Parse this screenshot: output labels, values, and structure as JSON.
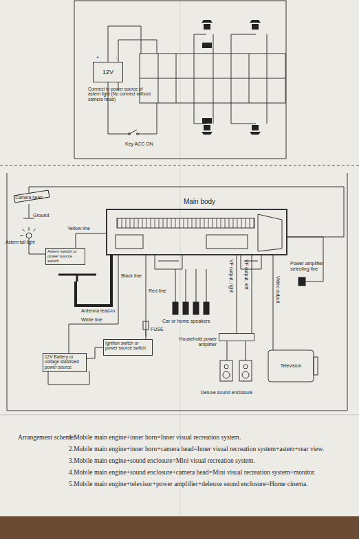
{
  "diagram": {
    "nodes": [
      {
        "text": [
          "12V"
        ]
      },
      {
        "text": [
          "Camera head"
        ]
      },
      {
        "text": [
          "Main body"
        ]
      },
      {
        "text": [
          "Astern switch or power source switch"
        ]
      },
      {
        "text": [
          "Household power amplifier"
        ]
      },
      {
        "text": [
          "Ignition switch or power source switch"
        ]
      },
      {
        "text": [
          "Television"
        ]
      },
      {
        "text": [
          "12V Battery or voltage stabilized power source"
        ]
      }
    ],
    "edges": [
      {
        "from": 1,
        "to": 2,
        "arrow": "none"
      },
      {
        "from": 3,
        "to": 2,
        "arrow": "none"
      },
      {
        "from": 7,
        "to": 5,
        "arrow": "none"
      },
      {
        "from": 5,
        "to": 2,
        "arrow": "none"
      },
      {
        "from": 7,
        "to": 2,
        "arrow": "none"
      },
      {
        "from": 4,
        "to": 2,
        "arrow": "none"
      },
      {
        "from": 6,
        "to": 2,
        "arrow": "none"
      }
    ],
    "labels": [
      "+",
      "-",
      "Connect to power source of astern light (No connect without camera head)",
      "Key ACC ON",
      "Ground",
      "Yellow line",
      "Astern tail light",
      "Antenna lead-in",
      "Black line",
      "Red line",
      "White line",
      "FUSE",
      "Car or home speakers",
      "VF output, right",
      "VF output, left",
      "Video output",
      "Power amplifier selecting line",
      "Deluxe sound enclosure",
      "Arrangement scheme:",
      "1.Mobile main engine+inner born=Inner visual recreation system.",
      "2.Mobile main engine+inner born+camera head=Inner visual recreation system+astem+rear view.",
      "3.Mobile main engine+sound enclosure=Mini visual recreation system.",
      "4.Mobile main engine+sound enclosure+camera head=Mini visual recreation system+monitor.",
      "5.Mobile main engine+televisor+power amplifier+deleuxe sound enclosure=Home cinema."
    ]
  }
}
